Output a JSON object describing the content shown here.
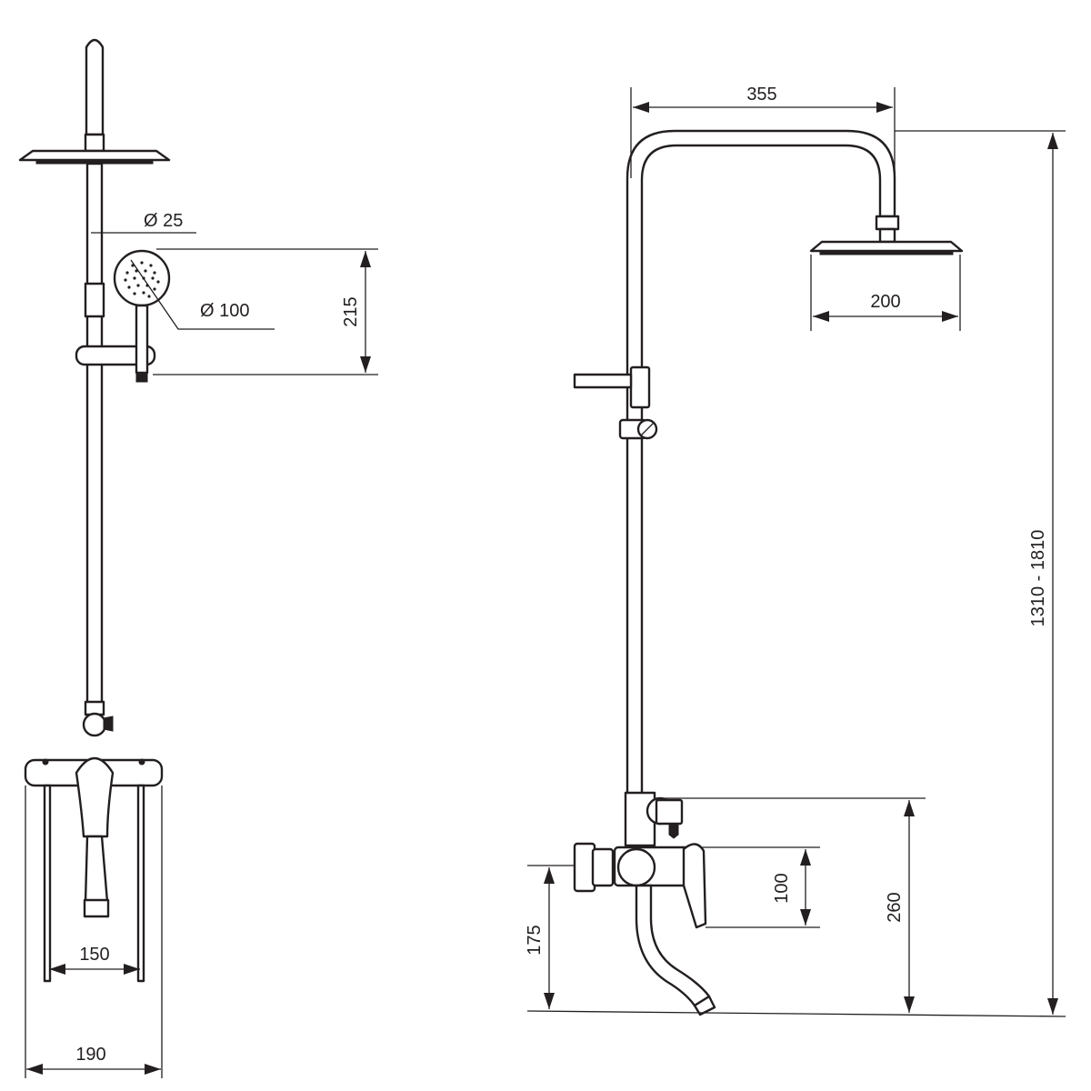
{
  "colors": {
    "line": "#231f20",
    "background": "#ffffff"
  },
  "dimensions": {
    "rod_diameter": "Ø 25",
    "hand_shower_diameter": "Ø 100",
    "hand_shower_height": "215",
    "mixer_inner_width": "150",
    "mixer_outer_width": "190",
    "arm_reach": "355",
    "head_width": "200",
    "total_height": "1310 - 1810",
    "handle_height": "100",
    "diverter_height": "260",
    "spout_height": "175"
  }
}
